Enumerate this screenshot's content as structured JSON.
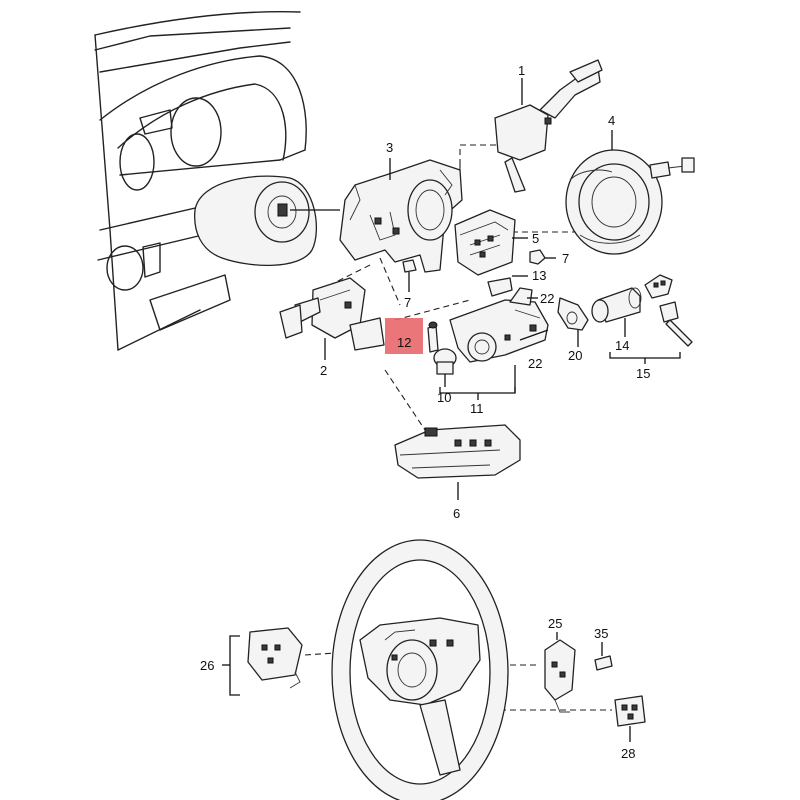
{
  "labels": {
    "p1": "1",
    "p2": "2",
    "p3": "3",
    "p4": "4",
    "p5": "5",
    "p6": "6",
    "p7a": "7",
    "p7b": "7",
    "p10": "10",
    "p11": "11",
    "p12": "12",
    "p13": "13",
    "p14": "14",
    "p15": "15",
    "p20": "20",
    "p22a": "22",
    "p22b": "22",
    "p25": "25",
    "p26": "26",
    "p28": "28",
    "p35": "35"
  },
  "highlight": {
    "part": "12",
    "color": "#e8676b"
  }
}
